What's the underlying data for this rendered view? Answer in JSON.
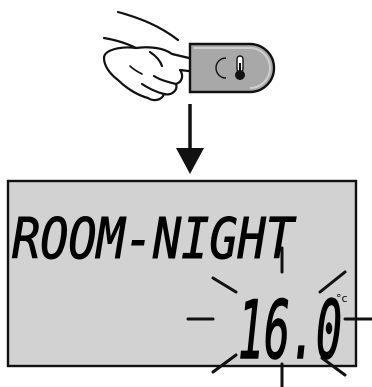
{
  "figure": {
    "type": "instruction-diagram",
    "steps": [
      "press-night-button",
      "display-shows-night-setpoint"
    ]
  },
  "button": {
    "icons": [
      "moon-icon",
      "thermometer-icon"
    ],
    "color": "#a8a8a8"
  },
  "display": {
    "mode_text": "ROOM-NIGHT",
    "temperature": "16.0",
    "unit": "°c",
    "background_color": "#d2d2d2",
    "blinking": true
  },
  "colors": {
    "ink": "#111111",
    "lcd_text": "#000000"
  }
}
